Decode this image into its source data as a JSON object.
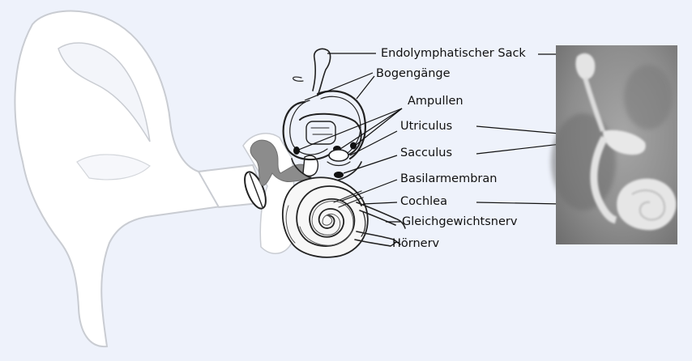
{
  "labels": {
    "endolymphatic_sac": "Endolymphatischer Sack",
    "semicircular_canals": "Bogengänge",
    "ampullae": "Ampullen",
    "utricle": "Utriculus",
    "saccule": "Sacculus",
    "basilar_membrane": "Basilarmembran",
    "cochlea": "Cochlea",
    "vestibular_nerve": "Gleichgewichtsnerv",
    "auditory_nerve": "Hörnerv"
  },
  "colors": {
    "background": "#eef2fb",
    "ear_fill": "#ffffff",
    "ear_stroke": "#c9ccd2",
    "ossicle_fill": "#8c8c8c",
    "leader_line": "#111111",
    "photo_bg": "#8e8e8e"
  }
}
